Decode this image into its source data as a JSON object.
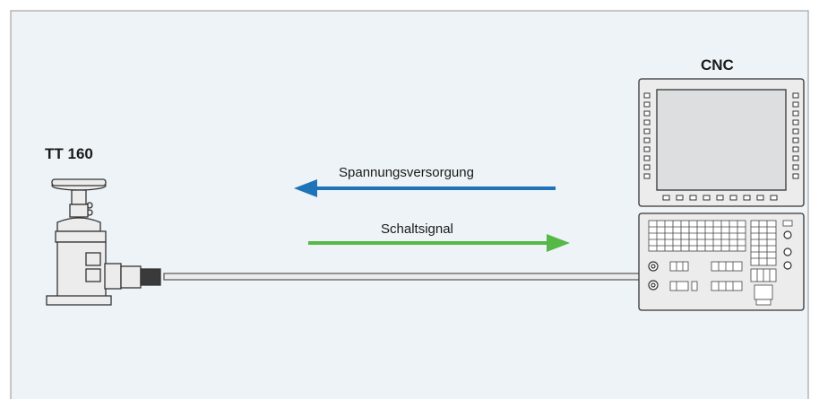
{
  "labels": {
    "probe": "TT 160",
    "control": "CNC",
    "supply_arrow": "Spannungsversorgung",
    "signal_arrow": "Schaltsignal"
  },
  "colors": {
    "background": "#edf3f7",
    "frame": "#a4a4a4",
    "supply_arrow": "#1f73b9",
    "signal_arrow": "#56b846",
    "device_fill": "#ececec",
    "screen": "#dcdedf",
    "cable": "#8c8c8c"
  }
}
